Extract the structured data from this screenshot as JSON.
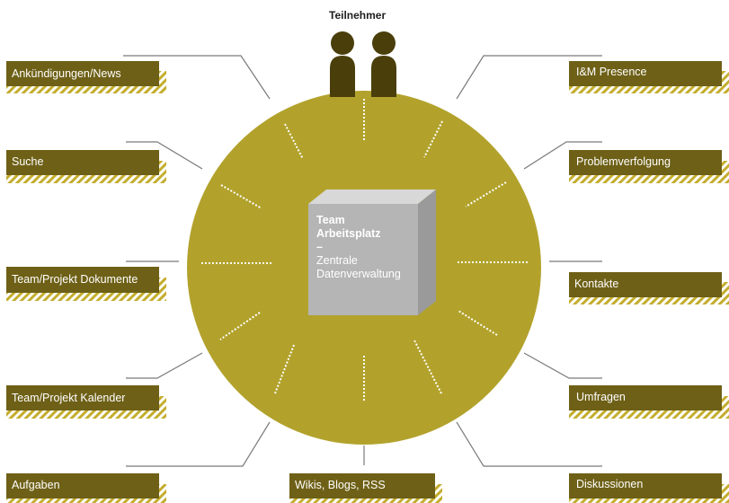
{
  "title": "Teilnehmer",
  "center": {
    "line1": "Team",
    "line2": "Arbeitsplatz",
    "dash": "–",
    "line3": "Zentrale",
    "line4": "Datenverwaltung"
  },
  "labels": {
    "news": "Ankündigungen/News",
    "search": "Suche",
    "documents": "Team/Projekt Dokumente",
    "calendar": "Team/Projekt Kalender",
    "tasks": "Aufgaben",
    "wikis": "Wikis, Blogs, RSS",
    "presence": "I&M Presence",
    "issues": "Problemverfolgung",
    "contacts": "Kontakte",
    "surveys": "Umfragen",
    "discussions": "Diskussionen"
  },
  "colors": {
    "circle": "#b2a22c",
    "label_bg": "#6e6016",
    "hatch": "#c3ad2d",
    "person": "#4a3e0b",
    "cube_front": "#b5b5b5",
    "cube_top": "#d8d8d8",
    "cube_side": "#9a9a9a",
    "connector": "#7a7a7a"
  },
  "icons": [
    "person-icon",
    "cube-icon"
  ]
}
